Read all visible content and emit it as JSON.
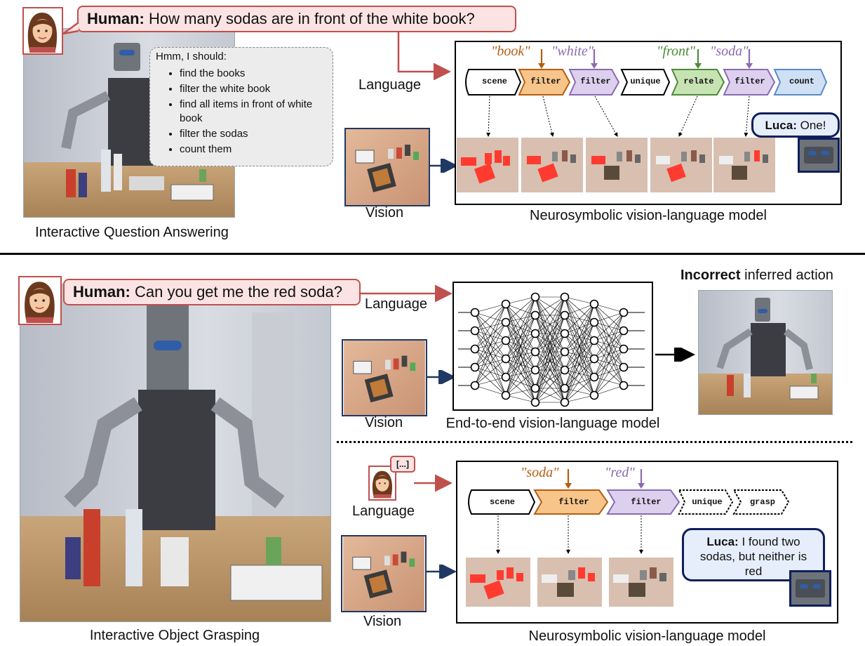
{
  "top": {
    "human_label": "Human:",
    "question": "How many sodas are in front of the white book?",
    "thought_title": "Hmm, I should:",
    "thought_steps": [
      "find the books",
      "filter the white book",
      "find all items in front of white book",
      "filter the sodas",
      "count them"
    ],
    "language_label": "Language",
    "vision_label": "Vision",
    "model_caption": "Neurosymbolic vision-language model",
    "task_caption": "Interactive Question Answering",
    "program": [
      "scene",
      "filter",
      "filter",
      "unique",
      "relate",
      "filter",
      "count"
    ],
    "args": [
      "\"book\"",
      "\"white\"",
      "\"front\"",
      "\"soda\""
    ],
    "luca_label": "Luca:",
    "luca_answer": "One!"
  },
  "bottom": {
    "human_label": "Human:",
    "question": "Can you get me the red soda?",
    "language_label": "Language",
    "vision_label": "Vision",
    "e2e_caption": "End-to-end vision-language model",
    "incorrect_bold": "Incorrect",
    "incorrect_rest": " inferred action",
    "ellipsis": "[...]",
    "language_label2": "Language",
    "vision_label2": "Vision",
    "model_caption": "Neurosymbolic vision-language model",
    "task_caption": "Interactive Object Grasping",
    "program": [
      "scene",
      "filter",
      "filter",
      "unique",
      "grasp"
    ],
    "args": [
      "\"soda\"",
      "\"red\""
    ],
    "luca_label": "Luca:",
    "luca_answer": "I found two sodas, but neither is red"
  },
  "colors": {
    "human_red": "#c0504d",
    "filter_orange": "#f7c48a",
    "filter_purple": "#dcd0ee",
    "relate_green": "#c7e3b3",
    "count_blue": "#cfe0f5",
    "arrow_navy": "#1f3864",
    "luca_navy": "#0f1f5c"
  }
}
